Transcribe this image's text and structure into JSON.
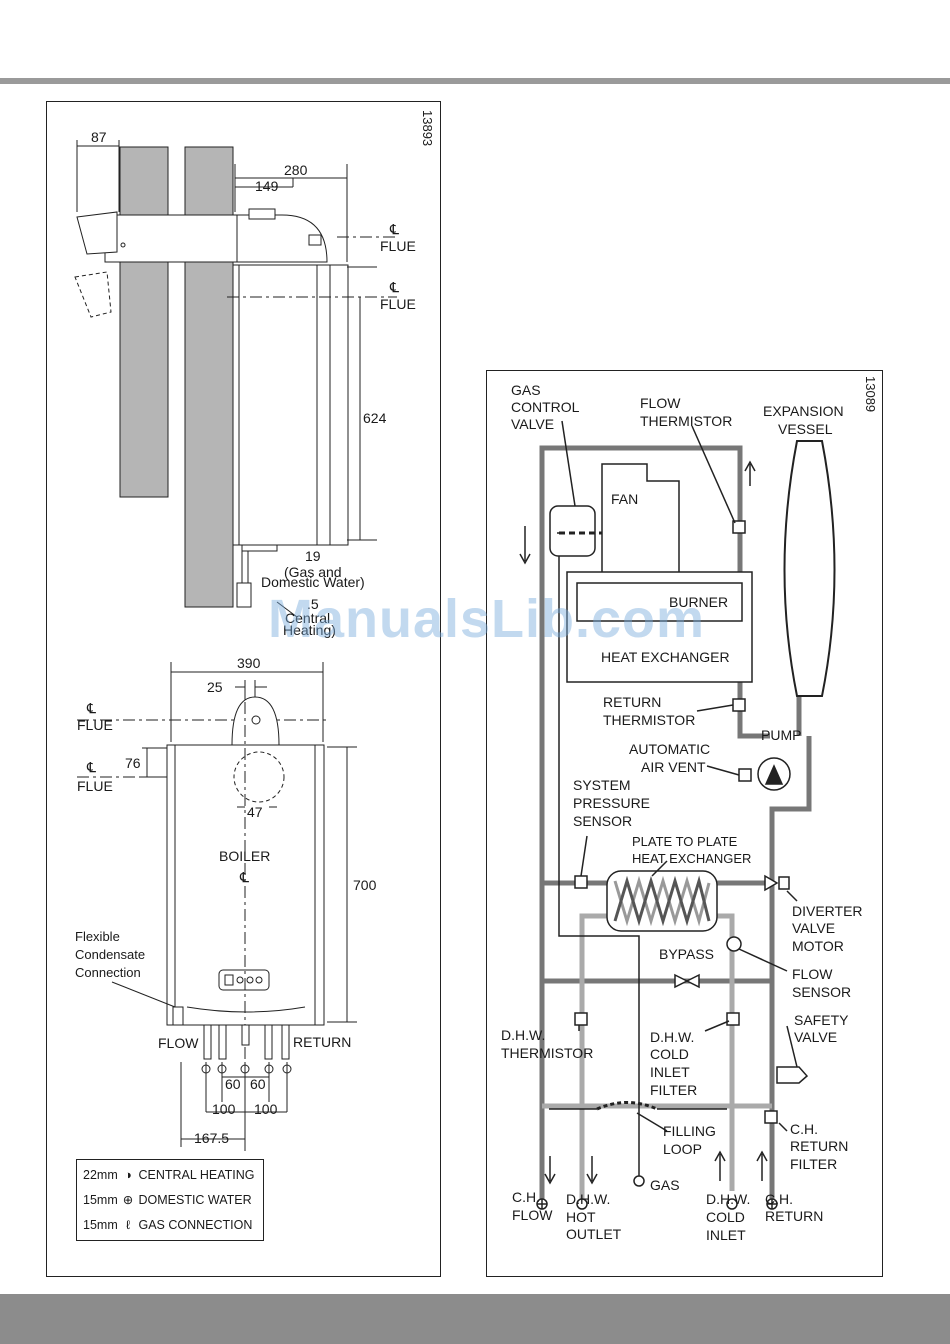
{
  "left_panel": {
    "figure_id": "13893",
    "side_view": {
      "dim_87": "87",
      "dim_280": "280",
      "dim_149": "149",
      "flue_1": "FLUE",
      "flue_2": "FLUE",
      "dim_624": "624",
      "dim_19": "19",
      "gas_and": "(Gas and",
      "domestic_water": "Domestic Water)",
      "dim_5": ".5",
      "central": "Central",
      "heating": "Heating)"
    },
    "front_view": {
      "dim_390": "390",
      "dim_25": "25",
      "flue_3": "FLUE",
      "dim_76": "76",
      "flue_4": "FLUE",
      "dim_47": "47",
      "boiler": "BOILER",
      "dim_700": "700",
      "flexible": "Flexible",
      "condensate": "Condensate",
      "connection": "Connection",
      "flow": "FLOW",
      "return": "RETURN",
      "dim_60_a": "60",
      "dim_60_b": "60",
      "dim_100_a": "100",
      "dim_100_b": "100",
      "dim_167": "167.5"
    },
    "centreline_symbol": "℄",
    "legend": [
      {
        "size": "22mm",
        "icon": "central-heating-icon",
        "label": "CENTRAL HEATING"
      },
      {
        "size": "15mm",
        "icon": "domestic-water-icon",
        "label": "DOMESTIC WATER"
      },
      {
        "size": "15mm",
        "icon": "gas-connection-icon",
        "label": "GAS CONNECTION"
      }
    ]
  },
  "right_panel": {
    "figure_id": "13089",
    "labels": {
      "gas": "GAS",
      "control": "CONTROL",
      "valve": "VALVE",
      "flow_t1": "FLOW",
      "thermistor_t1": "THERMISTOR",
      "expansion": "EXPANSION",
      "vessel": "VESSEL",
      "fan": "FAN",
      "burner": "BURNER",
      "heat_exchanger": "HEAT EXCHANGER",
      "return_t1": "RETURN",
      "thermistor_t2": "THERMISTOR",
      "automatic": "AUTOMATIC",
      "air_vent": "AIR VENT",
      "pump": "PUMP",
      "system": "SYSTEM",
      "pressure": "PRESSURE",
      "sensor": "SENSOR",
      "plate_to_plate": "PLATE TO PLATE",
      "heat_exchanger_2": "HEAT EXCHANGER",
      "diverter": "DIVERTER",
      "valve_d": "VALVE",
      "motor": "MOTOR",
      "bypass": "BYPASS",
      "flow_s": "FLOW",
      "sensor_s": "SENSOR",
      "dhw_t": "D.H.W.",
      "thermistor_t3": "THERMISTOR",
      "dhw_cold": "D.H.W.",
      "cold": "COLD",
      "inlet": "INLET",
      "filter": "FILTER",
      "safety": "SAFETY",
      "valve_s": "VALVE",
      "filling": "FILLING",
      "loop": "LOOP",
      "ch_return_a": "C.H.",
      "return_f": "RETURN",
      "filter_f": "FILTER",
      "ch_flow_a": "C.H.",
      "ch_flow_b": "FLOW",
      "dhw_hot_a": "D.H.W.",
      "dhw_hot_b": "HOT",
      "dhw_hot_c": "OUTLET",
      "gas_out": "GAS",
      "dhw_in_a": "D.H.W.",
      "dhw_in_b": "COLD",
      "dhw_in_c": "INLET",
      "ch_ret_a": "C.H.",
      "ch_ret_b": "RETURN"
    }
  },
  "watermark": "ManualsLib.com"
}
